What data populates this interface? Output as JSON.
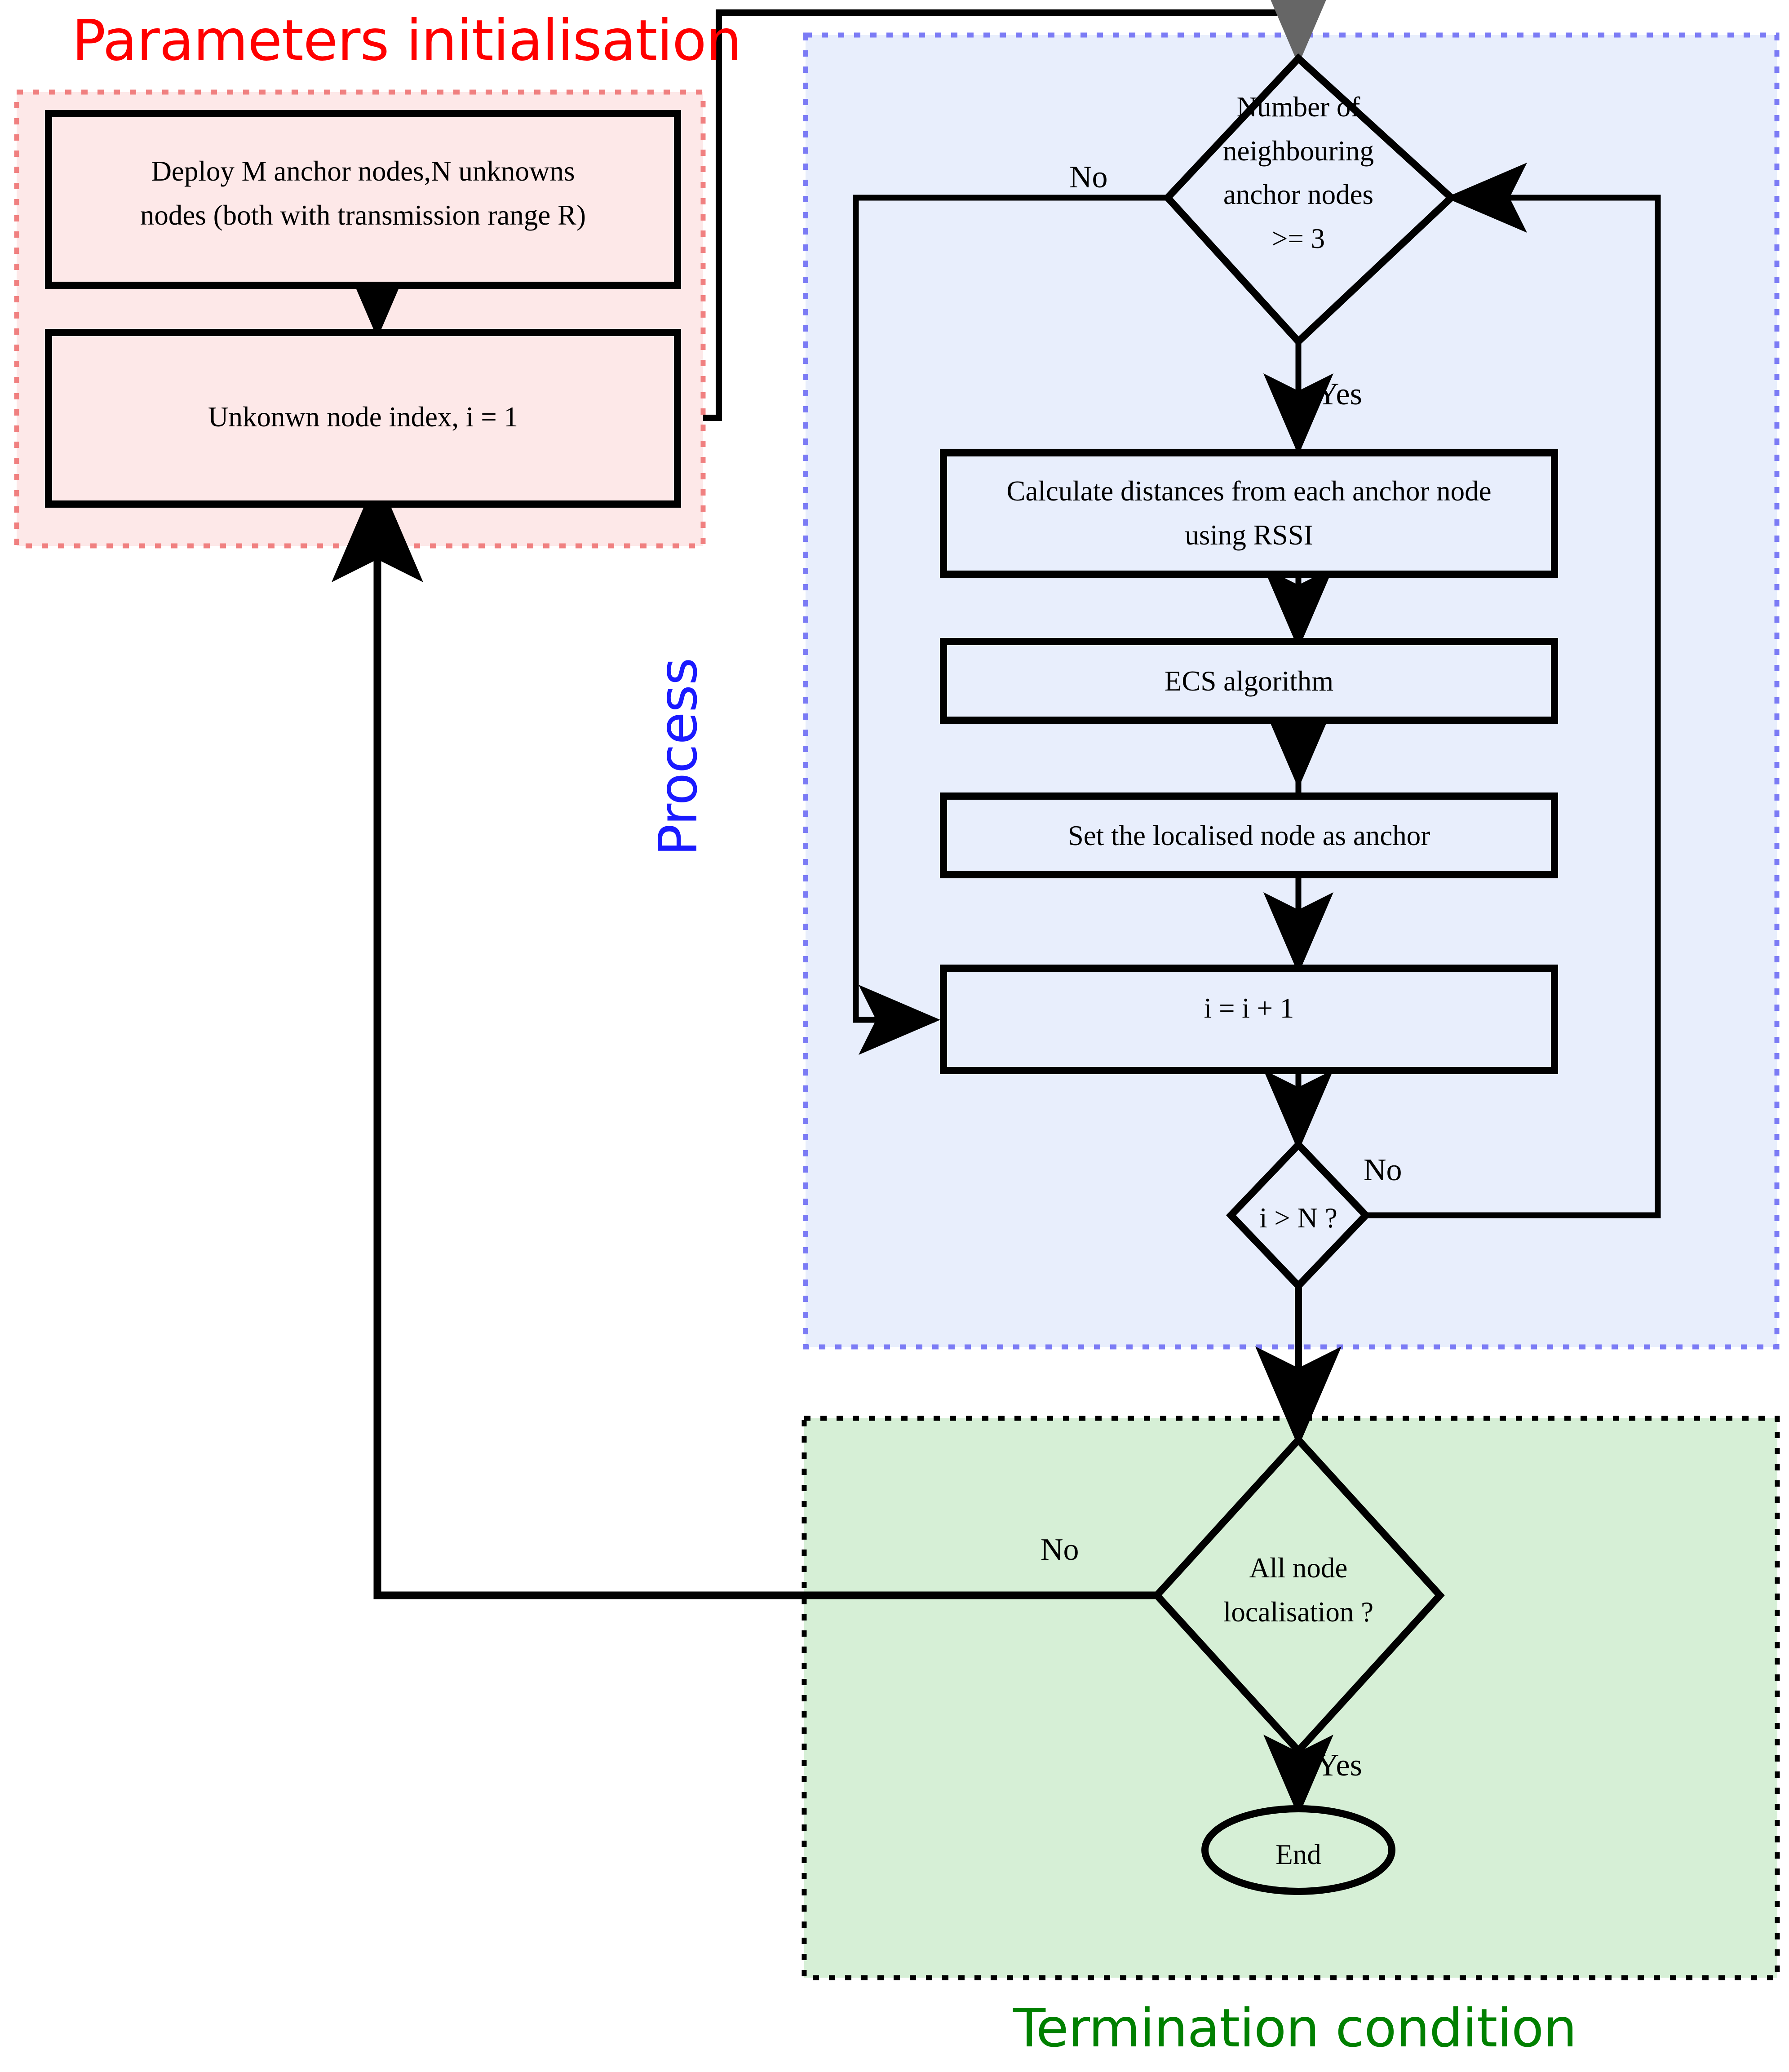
{
  "diagram": {
    "type": "flowchart",
    "title_groups": {
      "parameters": {
        "label": "Parameters initialisation",
        "color": "#ff0000",
        "fill": "#fde8e8",
        "border": "#f08080"
      },
      "process": {
        "label": "Process",
        "color": "#1a1aff",
        "fill": "#e8eefc",
        "border": "#7b7bf5"
      },
      "termination": {
        "label": "Termination condition",
        "color": "#008000",
        "fill": "#d6efd6",
        "border": "#000000"
      }
    },
    "nodes": [
      {
        "id": "deploy",
        "shape": "rect",
        "text_lines": [
          "Deploy M anchor nodes,N unknowns",
          "nodes (both with transmission range R)"
        ]
      },
      {
        "id": "index",
        "shape": "rect",
        "text_lines": [
          "Unkonwn node index, i = 1"
        ]
      },
      {
        "id": "neighbours",
        "shape": "diamond",
        "text_lines": [
          "Number of",
          "neighbouring",
          "anchor nodes",
          ">= 3"
        ]
      },
      {
        "id": "distances",
        "shape": "rect",
        "text_lines": [
          "Calculate distances from each anchor node",
          "using RSSI"
        ]
      },
      {
        "id": "ecs",
        "shape": "rect",
        "text_lines": [
          "ECS algorithm"
        ]
      },
      {
        "id": "setanchor",
        "shape": "rect",
        "text_lines": [
          "Set the localised node as anchor"
        ]
      },
      {
        "id": "increment",
        "shape": "rect",
        "text_lines": [
          "i = i + 1"
        ]
      },
      {
        "id": "igtn",
        "shape": "diamond",
        "text_lines": [
          "i >  N ?"
        ]
      },
      {
        "id": "allnode",
        "shape": "diamond",
        "text_lines": [
          "All node",
          "localisation ?"
        ]
      },
      {
        "id": "end",
        "shape": "ellipse",
        "text_lines": [
          "End"
        ]
      }
    ],
    "edge_labels": {
      "neighbours_no": "No",
      "neighbours_yes": "Yes",
      "igtn_no": "No",
      "allnode_no": "No",
      "allnode_yes": "Yes"
    }
  }
}
